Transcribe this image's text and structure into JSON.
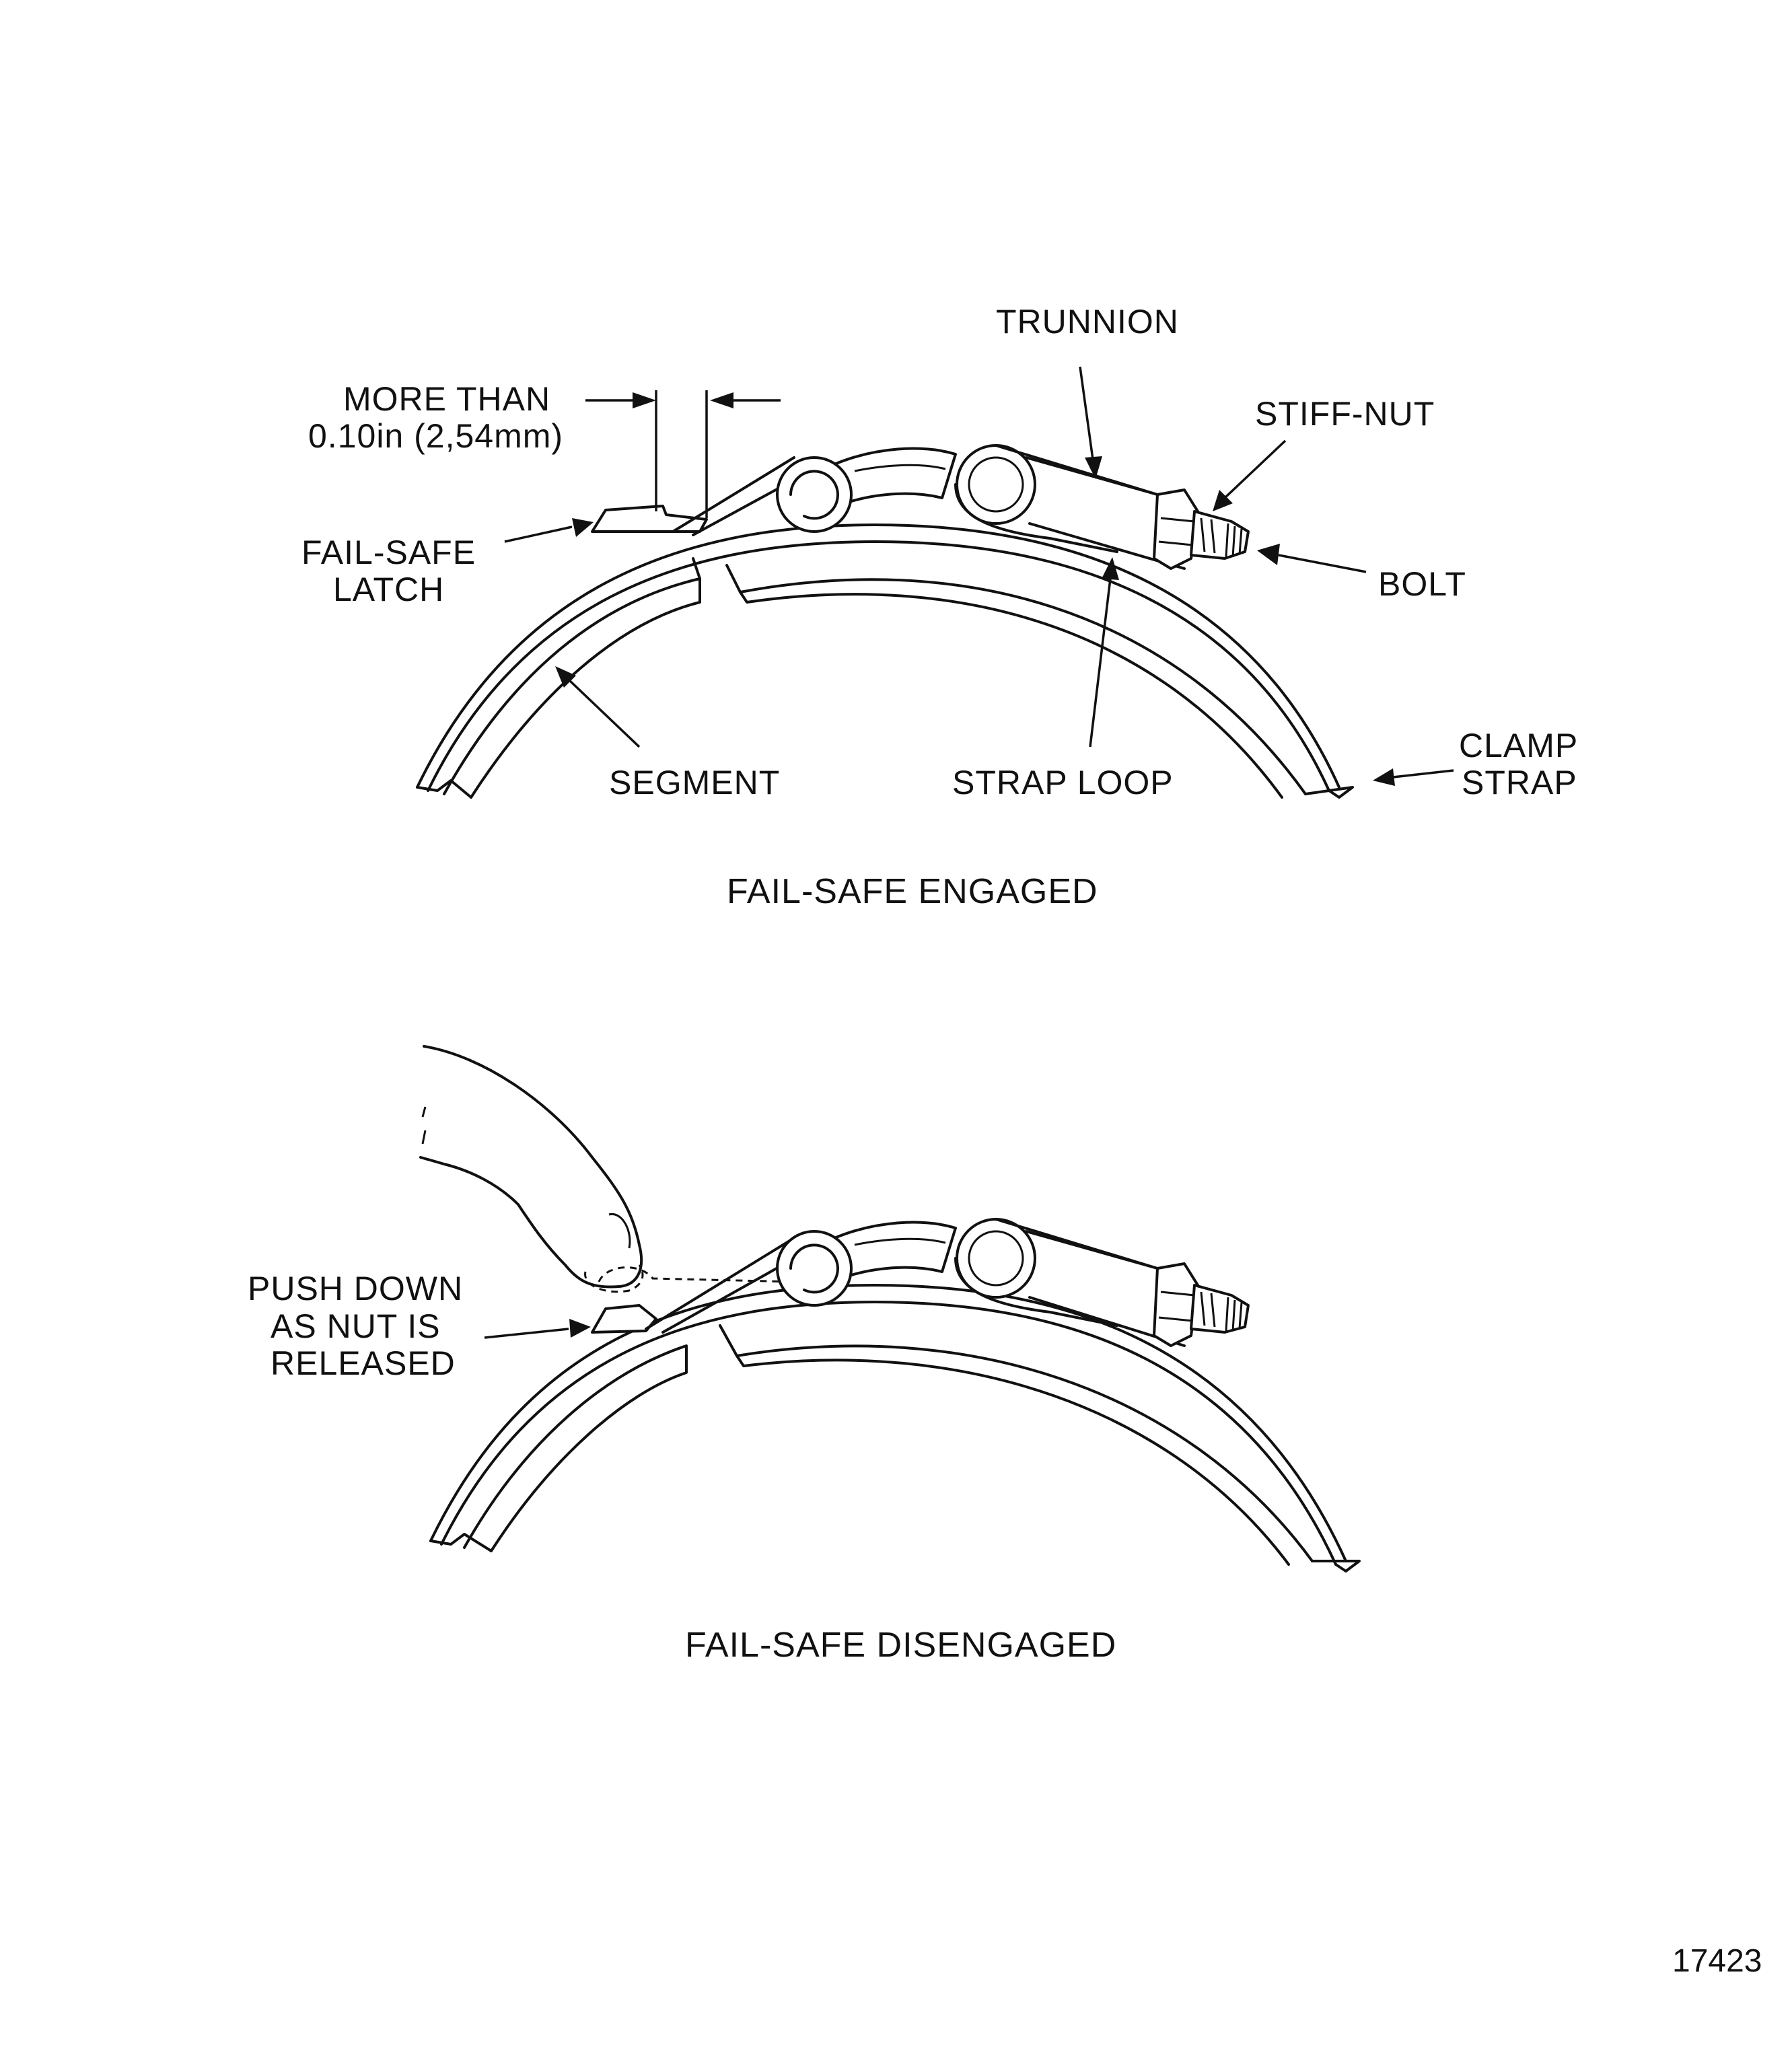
{
  "top_panel": {
    "caption": "FAIL-SAFE ENGAGED",
    "labels": {
      "trunnion": "TRUNNION",
      "more_than_line1": "MORE THAN",
      "more_than_line2": "0.10in  (2,54mm)",
      "stiff_nut": "STIFF-NUT",
      "fail_safe_latch_line1": "FAIL-SAFE",
      "fail_safe_latch_line2": "LATCH",
      "bolt": "BOLT",
      "segment": "SEGMENT",
      "strap_loop": "STRAP LOOP",
      "clamp_strap_line1": "CLAMP",
      "clamp_strap_line2": "STRAP"
    }
  },
  "bottom_panel": {
    "caption": "FAIL-SAFE DISENGAGED",
    "labels": {
      "push_down_line1": "PUSH DOWN",
      "push_down_line2": "AS NUT IS",
      "push_down_line3": "RELEASED"
    }
  },
  "figure_number": "17423"
}
